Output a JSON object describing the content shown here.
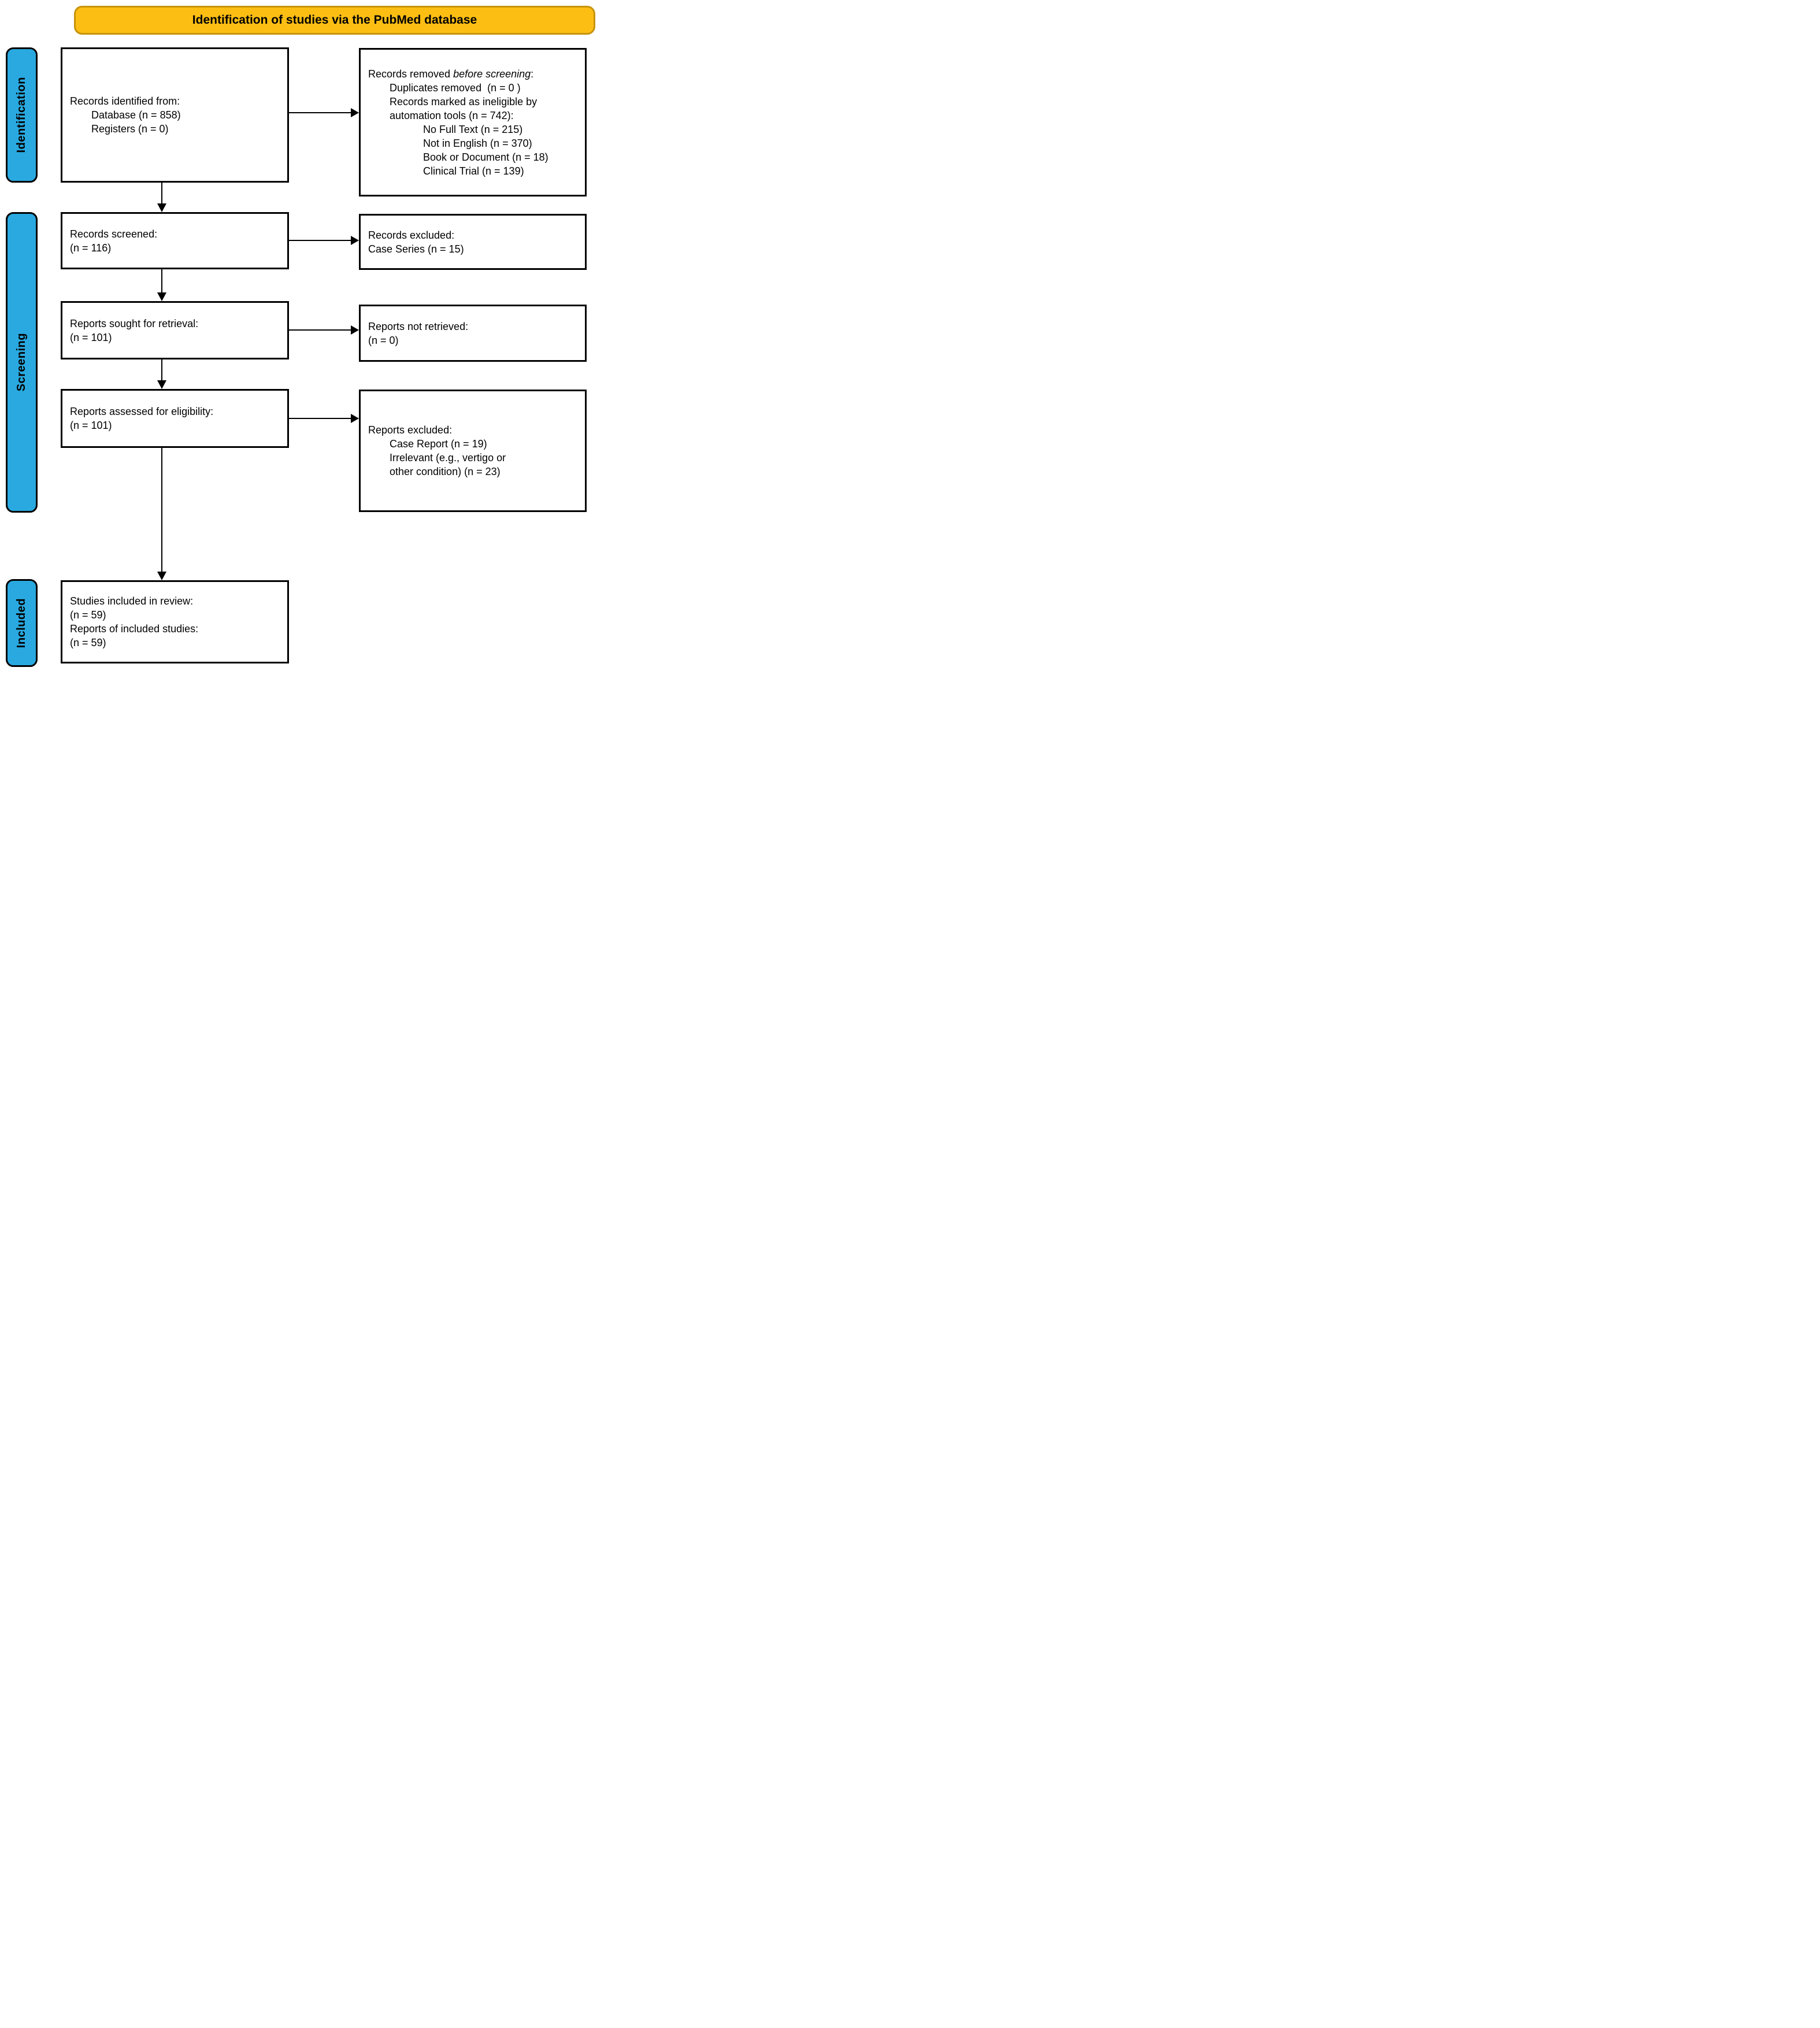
{
  "title": "Identification of studies via the PubMed database",
  "colors": {
    "banner_fill": "#FCBE13",
    "banner_border": "#C6930A",
    "stage_fill": "#29A9E0",
    "line_color": "#000000"
  },
  "stages": [
    {
      "label": "Identification"
    },
    {
      "label": "Screening"
    },
    {
      "label": "Included"
    }
  ],
  "boxes": {
    "records_identified": {
      "lines": [
        "Records identified from:",
        "Database (n = 858)",
        "Registers (n = 0)"
      ]
    },
    "records_removed": {
      "heading_prefix": "Records removed ",
      "heading_italic": "before screening",
      "heading_suffix": ":",
      "items": [
        "Duplicates removed  (n = 0 )",
        "Records marked as ineligible by",
        "automation tools (n = 742):",
        "No Full Text (n = 215)",
        "Not in English (n = 370)",
        "Book or Document (n = 18)",
        "Clinical Trial (n = 139)"
      ]
    },
    "records_screened": {
      "lines": [
        "Records screened:",
        "(n = 116)"
      ]
    },
    "records_excluded": {
      "lines": [
        "Records excluded:",
        "Case Series (n = 15)"
      ]
    },
    "reports_sought": {
      "lines": [
        "Reports sought for retrieval:",
        "(n = 101)"
      ]
    },
    "reports_not_retrieved": {
      "lines": [
        "Reports not retrieved:",
        "(n = 0)"
      ]
    },
    "reports_assessed": {
      "lines": [
        "Reports assessed for eligibility:",
        "(n = 101)"
      ]
    },
    "reports_excluded": {
      "lines": [
        "Reports excluded:",
        "Case Report (n = 19)",
        "Irrelevant (e.g., vertigo or",
        "other condition) (n = 23)"
      ]
    },
    "studies_included": {
      "lines": [
        "Studies included in review:",
        "(n = 59)",
        "Reports of included studies:",
        "(n = 59)"
      ]
    }
  }
}
